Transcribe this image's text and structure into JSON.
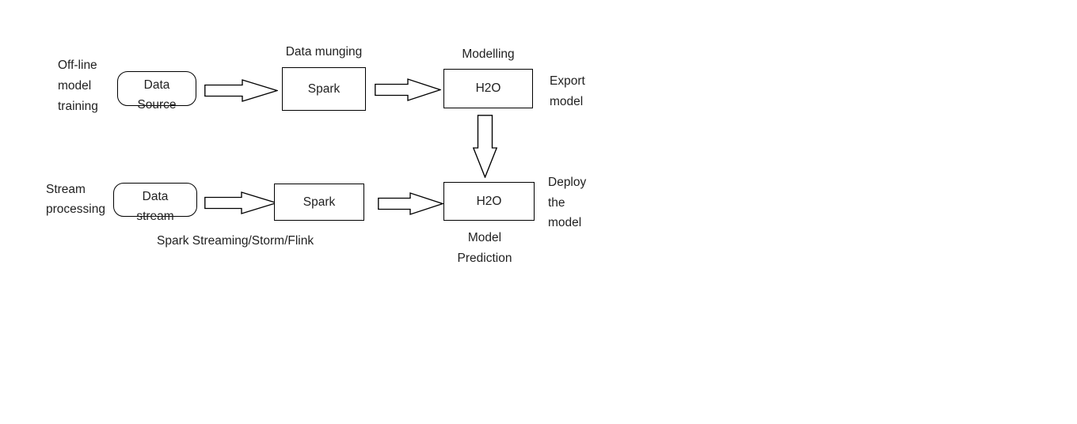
{
  "colors": {
    "background": "#ffffff",
    "stroke": "#000000",
    "text": "#1f1f1f"
  },
  "offline_row": {
    "side_label": {
      "line1": "Off-line",
      "line2": "model",
      "line3": "training"
    },
    "data_source": {
      "line1": "Data",
      "line2": "Source"
    },
    "munging_caption": "Data munging",
    "spark_label": "Spark",
    "modelling_caption": "Modelling",
    "h2o_label": "H2O",
    "export_note": {
      "line1": "Export",
      "line2": "model"
    }
  },
  "stream_row": {
    "side_label": {
      "line1": "Stream",
      "line2": "processing"
    },
    "data_stream": {
      "line1": "Data",
      "line2": "stream"
    },
    "spark_label": "Spark",
    "streaming_caption": "Spark Streaming/Storm/Flink",
    "h2o_label": "H2O",
    "prediction_caption": {
      "line1": "Model",
      "line2": "Prediction"
    },
    "deploy_note": {
      "line1": "Deploy",
      "line2": "the",
      "line3": "model"
    }
  }
}
